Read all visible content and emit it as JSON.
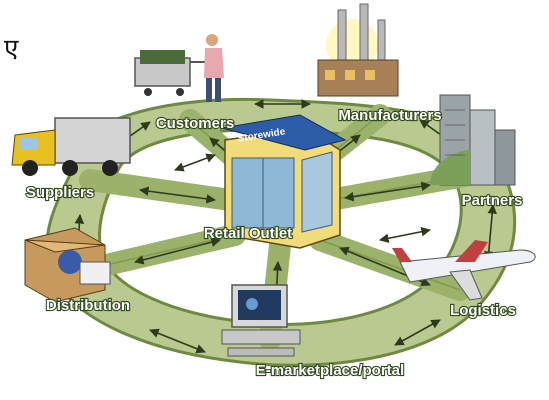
{
  "corner_text": "ए",
  "store_sign": "Storewide",
  "labels": {
    "customers": "Customers",
    "manufacturers": "Manufacturers",
    "suppliers": "Suppliers",
    "partners": "Partners",
    "retail_outlet": "Retail Outlet",
    "distribution": "Distribution",
    "logistics": "Logistics",
    "emarketplace": "E-marketplace/portal"
  },
  "colors": {
    "road": "#9bb26a",
    "road_edge": "#6f8a40",
    "arrow": "#2d3b1c",
    "label_outline": "#2f4a1c"
  }
}
